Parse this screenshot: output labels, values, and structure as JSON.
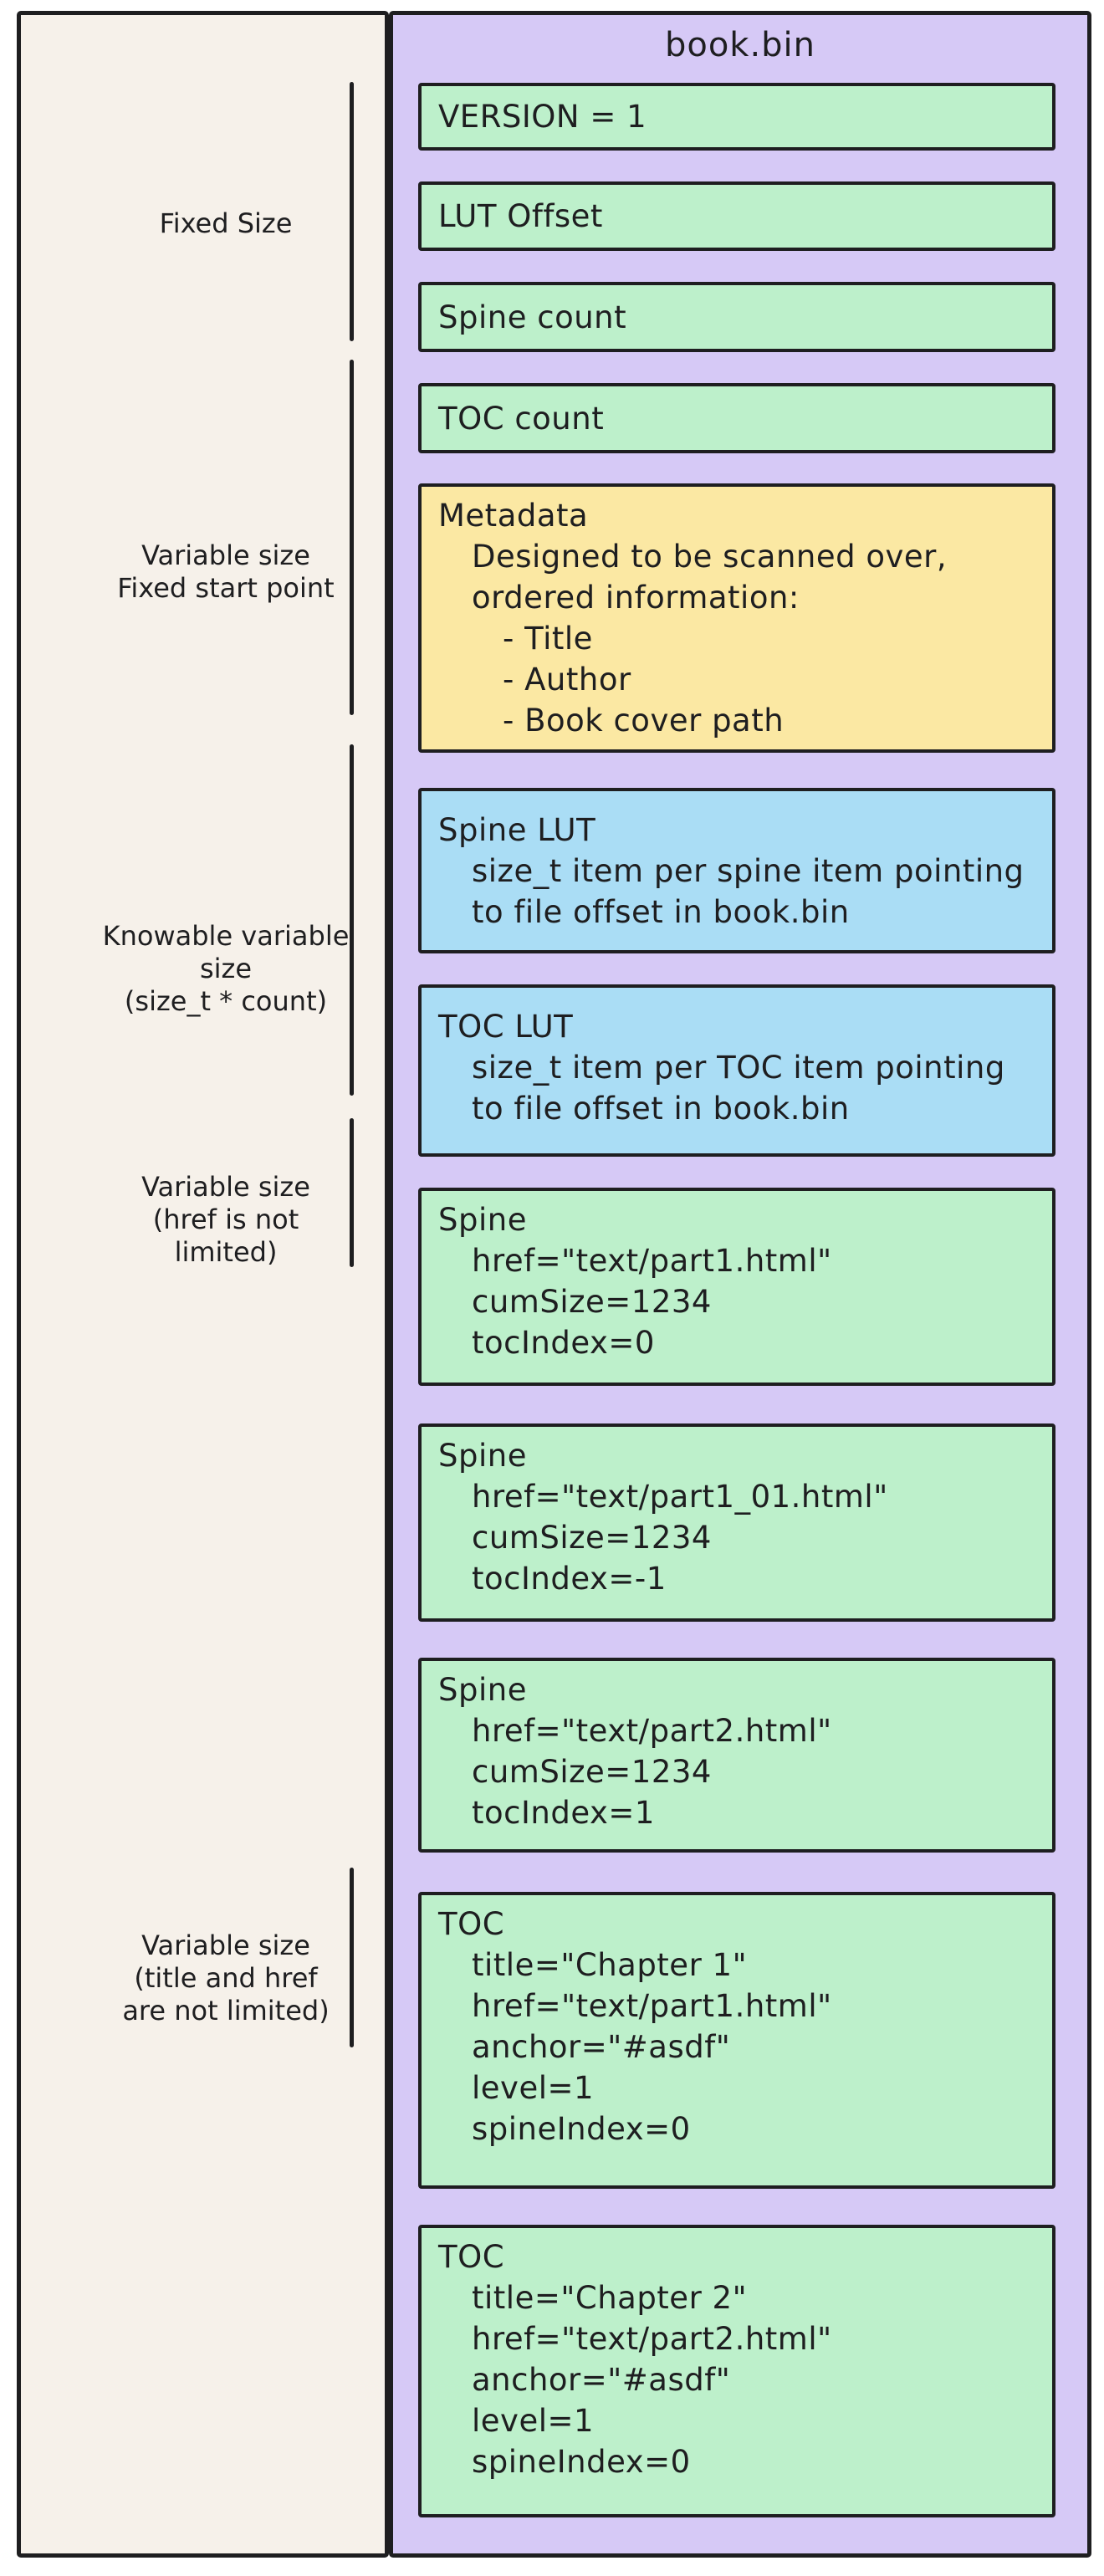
{
  "colors": {
    "canvas_bg": "#ffffff",
    "left_panel_bg": "#f6f1ea",
    "container_bg": "#d6c9f6",
    "green_box_bg": "#bdf0cb",
    "blue_box_bg": "#aaddf5",
    "yellow_box_bg": "#fbe8a3",
    "stroke": "#1e1e20"
  },
  "left_panel": {
    "sections": [
      {
        "name": "fixed-size",
        "label_lines": [
          "Fixed Size"
        ]
      },
      {
        "name": "variable-size-fixed-start",
        "label_lines": [
          "Variable size",
          "Fixed start point"
        ]
      },
      {
        "name": "knowable-variable-size",
        "label_lines": [
          "Knowable variable size",
          "(size_t * count)"
        ]
      },
      {
        "name": "variable-size-href",
        "label_lines": [
          "Variable size",
          "(href is not",
          "limited)"
        ]
      },
      {
        "name": "variable-size-title-href",
        "label_lines": [
          "Variable size",
          "(title and href",
          "are not limited)"
        ]
      }
    ]
  },
  "container": {
    "title": "book.bin",
    "boxes": [
      {
        "name": "version-field",
        "color": "green",
        "lines": [
          {
            "text": "VERSION = 1",
            "indent": 0
          }
        ]
      },
      {
        "name": "lut-offset-field",
        "color": "green",
        "lines": [
          {
            "text": "LUT Offset",
            "indent": 0
          }
        ]
      },
      {
        "name": "spine-count-field",
        "color": "green",
        "lines": [
          {
            "text": "Spine count",
            "indent": 0
          }
        ]
      },
      {
        "name": "toc-count-field",
        "color": "green",
        "lines": [
          {
            "text": "TOC count",
            "indent": 0
          }
        ]
      },
      {
        "name": "metadata-block",
        "color": "yellow",
        "lines": [
          {
            "text": "Metadata",
            "indent": 0
          },
          {
            "text": "Designed to be scanned over,",
            "indent": 1
          },
          {
            "text": "ordered information:",
            "indent": 1
          },
          {
            "text": "- Title",
            "indent": 2
          },
          {
            "text": "- Author",
            "indent": 2
          },
          {
            "text": "- Book cover path",
            "indent": 2
          }
        ]
      },
      {
        "name": "spine-lut-block",
        "color": "blue",
        "lines": [
          {
            "text": "Spine LUT",
            "indent": 0
          },
          {
            "text": "size_t item per spine item pointing",
            "indent": 1
          },
          {
            "text": "to file offset in book.bin",
            "indent": 1
          }
        ]
      },
      {
        "name": "toc-lut-block",
        "color": "blue",
        "lines": [
          {
            "text": "TOC LUT",
            "indent": 0
          },
          {
            "text": "size_t item per TOC item pointing",
            "indent": 1
          },
          {
            "text": "to file offset in book.bin",
            "indent": 1
          }
        ]
      },
      {
        "name": "spine-item-1",
        "color": "green",
        "lines": [
          {
            "text": "Spine",
            "indent": 0
          },
          {
            "text": "href=\"text/part1.html\"",
            "indent": 1
          },
          {
            "text": "cumSize=1234",
            "indent": 1
          },
          {
            "text": "tocIndex=0",
            "indent": 1
          }
        ]
      },
      {
        "name": "spine-item-2",
        "color": "green",
        "lines": [
          {
            "text": "Spine",
            "indent": 0
          },
          {
            "text": "href=\"text/part1_01.html\"",
            "indent": 1
          },
          {
            "text": "cumSize=1234",
            "indent": 1
          },
          {
            "text": "tocIndex=-1",
            "indent": 1
          }
        ]
      },
      {
        "name": "spine-item-3",
        "color": "green",
        "lines": [
          {
            "text": "Spine",
            "indent": 0
          },
          {
            "text": "href=\"text/part2.html\"",
            "indent": 1
          },
          {
            "text": "cumSize=1234",
            "indent": 1
          },
          {
            "text": "tocIndex=1",
            "indent": 1
          }
        ]
      },
      {
        "name": "toc-item-1",
        "color": "green",
        "lines": [
          {
            "text": "TOC",
            "indent": 0
          },
          {
            "text": "title=\"Chapter 1\"",
            "indent": 1
          },
          {
            "text": "href=\"text/part1.html\"",
            "indent": 1
          },
          {
            "text": "anchor=\"#asdf\"",
            "indent": 1
          },
          {
            "text": "level=1",
            "indent": 1
          },
          {
            "text": "spineIndex=0",
            "indent": 1
          }
        ]
      },
      {
        "name": "toc-item-2",
        "color": "green",
        "lines": [
          {
            "text": "TOC",
            "indent": 0
          },
          {
            "text": "title=\"Chapter 2\"",
            "indent": 1
          },
          {
            "text": "href=\"text/part2.html\"",
            "indent": 1
          },
          {
            "text": "anchor=\"#asdf\"",
            "indent": 1
          },
          {
            "text": "level=1",
            "indent": 1
          },
          {
            "text": "spineIndex=0",
            "indent": 1
          }
        ]
      }
    ]
  }
}
